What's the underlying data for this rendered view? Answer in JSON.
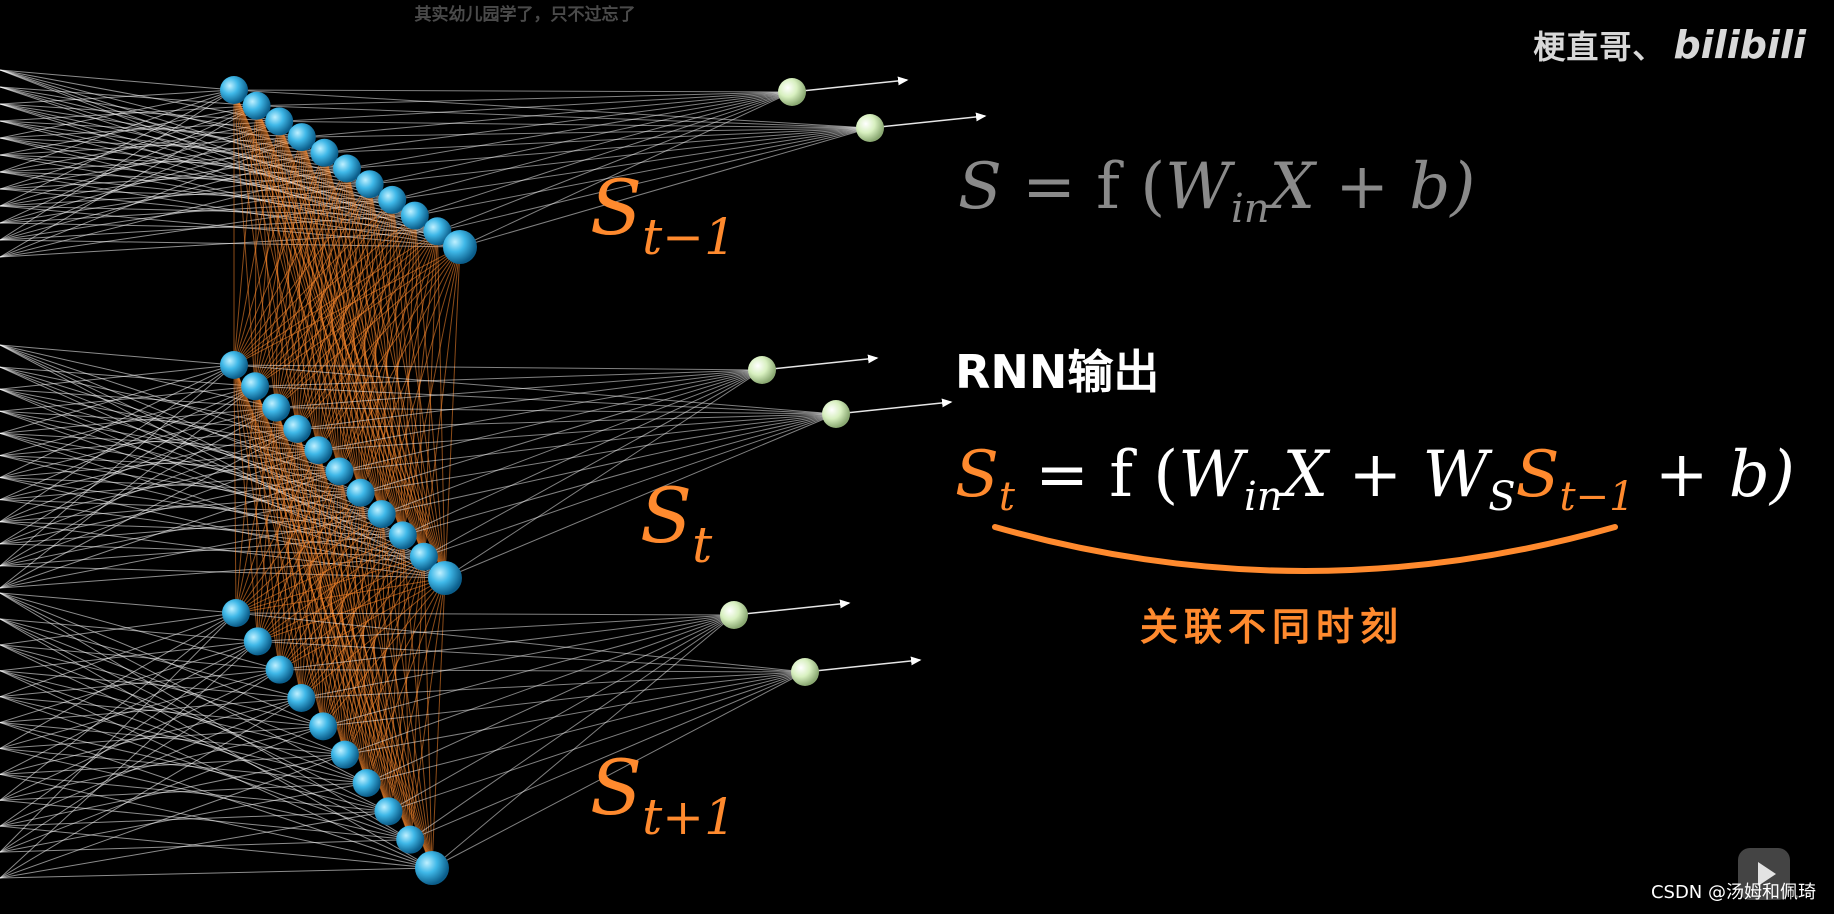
{
  "caption": "其实幼儿园学了，只不过忘了",
  "watermark": {
    "uploader": "梗直哥、",
    "brand": "bilibili"
  },
  "layers": [
    {
      "symbol": "S",
      "subscript": "t−1"
    },
    {
      "symbol": "S",
      "subscript": "t"
    },
    {
      "symbol": "S",
      "subscript": "t+1"
    }
  ],
  "equation_top": {
    "lhs": "S",
    "eq": " = f (",
    "w": "W",
    "w_sub": "in",
    "rest": "X + b)"
  },
  "rnn_label": "RNN输出",
  "equation_main": {
    "lhs": "S",
    "lhs_sub": "t",
    "eq": " = f (",
    "w_in": "W",
    "w_in_sub": "in",
    "mid": "X + ",
    "w_s": "W",
    "w_s_sub": "S",
    "prev": "S",
    "prev_sub": "t−1",
    "tail": " + b)"
  },
  "equation_note": "关联不同时刻",
  "footer": "CSDN @汤姆和佩琦",
  "colors": {
    "hidden_node": "#3fb8e8",
    "output_node": "#d8f0c0",
    "recurrent_edge": "#ff8a2e",
    "input_edge": "#ffffff",
    "accent": "#ff8a2e"
  }
}
